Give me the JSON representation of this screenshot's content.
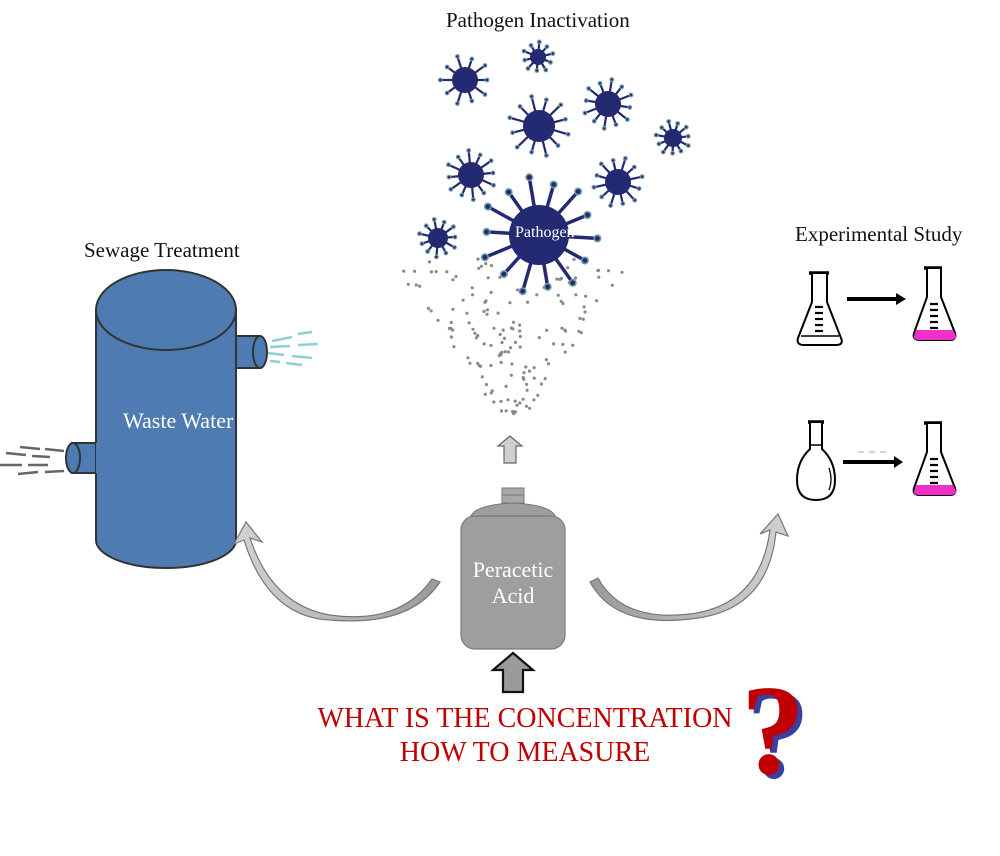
{
  "sections": {
    "sewage": {
      "title": "Sewage Treatment",
      "tank_label": "Waste Water"
    },
    "pathogen": {
      "title": "Pathogen Inactivation",
      "pathogen_label": "Pathogen"
    },
    "experimental": {
      "title": "Experimental Study"
    },
    "center": {
      "bottle_label_line1": "Peracetic",
      "bottle_label_line2": "Acid"
    }
  },
  "question": {
    "line1": "WHAT IS THE CONCENTRATION",
    "line2": "HOW TO MEASURE",
    "mark": "?"
  },
  "colors": {
    "tank_blue": "#4f7bb3",
    "virus_navy": "#232a72",
    "virus_tip": "#6e9aa6",
    "bottle_gray": "#9e9e9e",
    "arrow_gray": "#c4c4c4",
    "question_red": "#c00000",
    "question_shadow": "#3a3ea0",
    "solution_pink": "#ee2fc8",
    "spray_cyan": "#8fd0d6"
  }
}
